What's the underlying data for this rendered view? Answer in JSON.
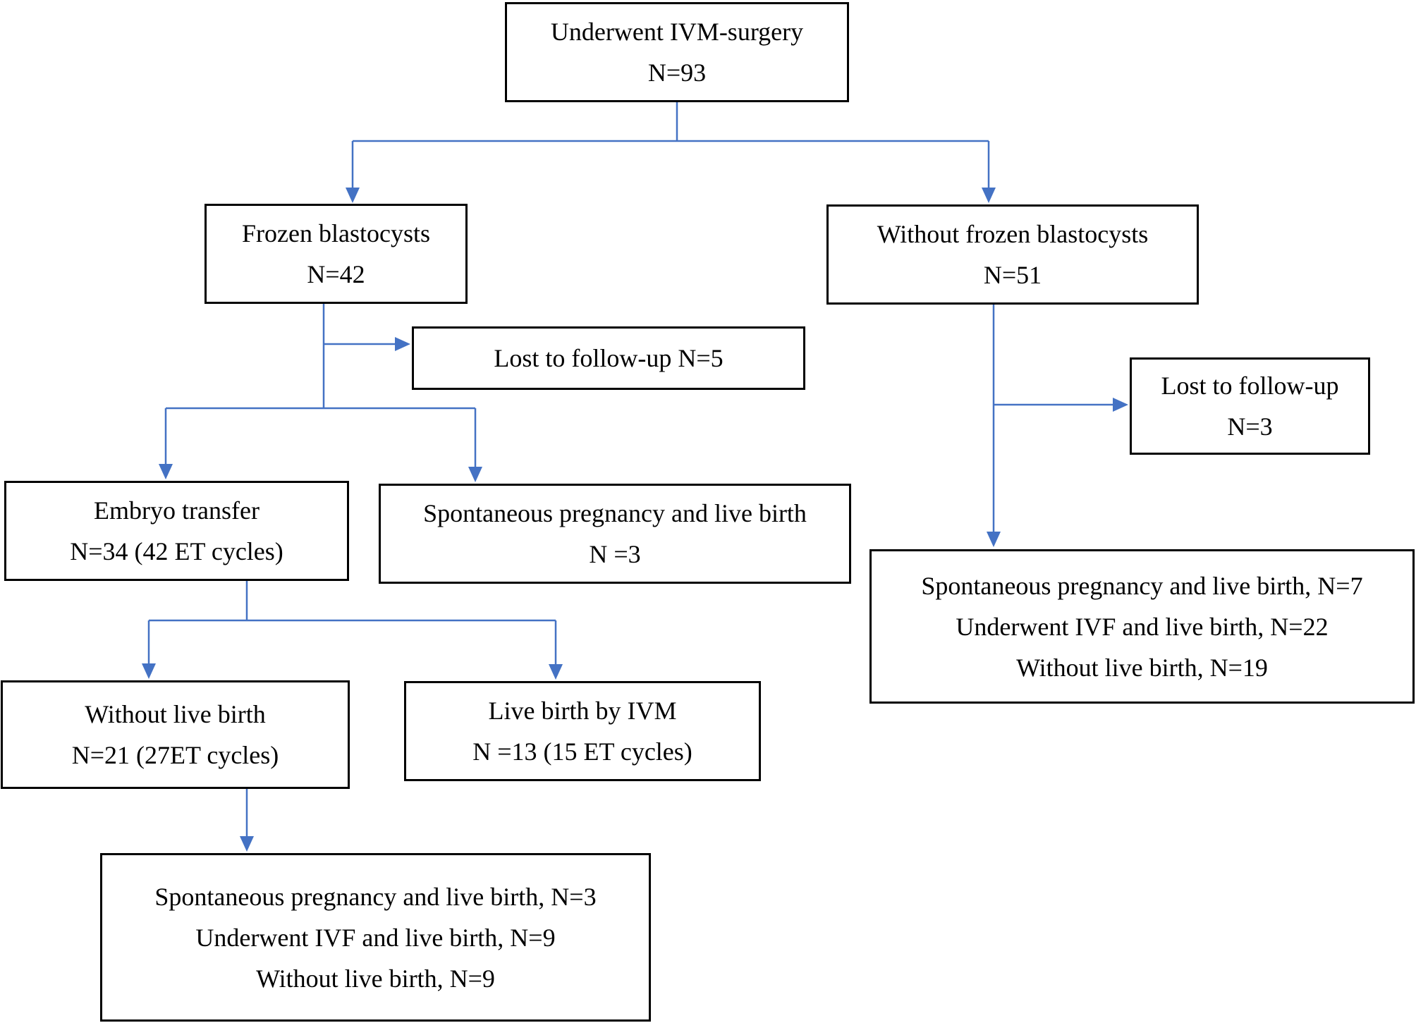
{
  "colors": {
    "connector": "#4472C4",
    "box_border": "#000000",
    "text": "#000000"
  },
  "nodes": {
    "ivm_surgery": {
      "lines": [
        "Underwent IVM-surgery",
        "N=93"
      ]
    },
    "frozen_blastocysts": {
      "lines": [
        "Frozen blastocysts",
        "N=42"
      ]
    },
    "without_frozen_blastocysts": {
      "lines": [
        "Without frozen blastocysts",
        "N=51"
      ]
    },
    "lost_followup_left": {
      "lines": [
        "Lost to follow-up N=5"
      ]
    },
    "lost_followup_right": {
      "lines": [
        "Lost to follow-up",
        "N=3"
      ]
    },
    "embryo_transfer": {
      "lines": [
        "Embryo transfer",
        "N=34 (42 ET cycles)"
      ]
    },
    "spontaneous_pregnancy_mid": {
      "lines": [
        "Spontaneous pregnancy and live birth",
        "N =3"
      ]
    },
    "right_outcomes": {
      "lines": [
        "Spontaneous pregnancy and live birth, N=7",
        "Underwent IVF and live birth, N=22",
        "Without live birth, N=19"
      ]
    },
    "without_live_birth": {
      "lines": [
        "Without live birth",
        "N=21 (27ET cycles)"
      ]
    },
    "live_birth_ivm": {
      "lines": [
        "Live birth by IVM",
        "N =13 (15 ET cycles)"
      ]
    },
    "bottom_outcomes": {
      "lines": [
        "Spontaneous pregnancy and live birth, N=3",
        "Underwent IVF and live birth, N=9",
        "Without live birth, N=9"
      ]
    }
  }
}
